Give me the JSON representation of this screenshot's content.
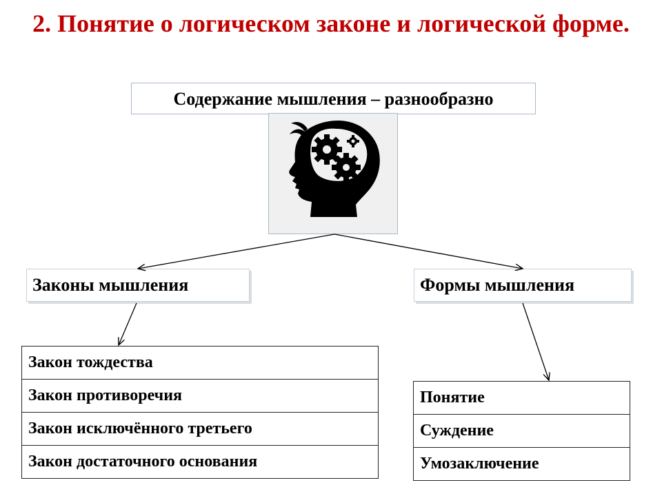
{
  "title": "2. Понятие о логическом законе и логической форме.",
  "content_box": "Содержание мышления – разнообразно",
  "head_image": {
    "icon": "head-with-gears-icon"
  },
  "categories": {
    "laws": "Законы мышления",
    "forms": "Формы мышления"
  },
  "laws_list": [
    "Закон тождества",
    "Закон противоречия",
    "Закон исключённого третьего",
    "Закон достаточного основания"
  ],
  "forms_list": [
    "Понятие",
    "Суждение",
    "Умозаключение"
  ],
  "colors": {
    "title": "#c00000",
    "box_border": "#a6b8c8"
  }
}
